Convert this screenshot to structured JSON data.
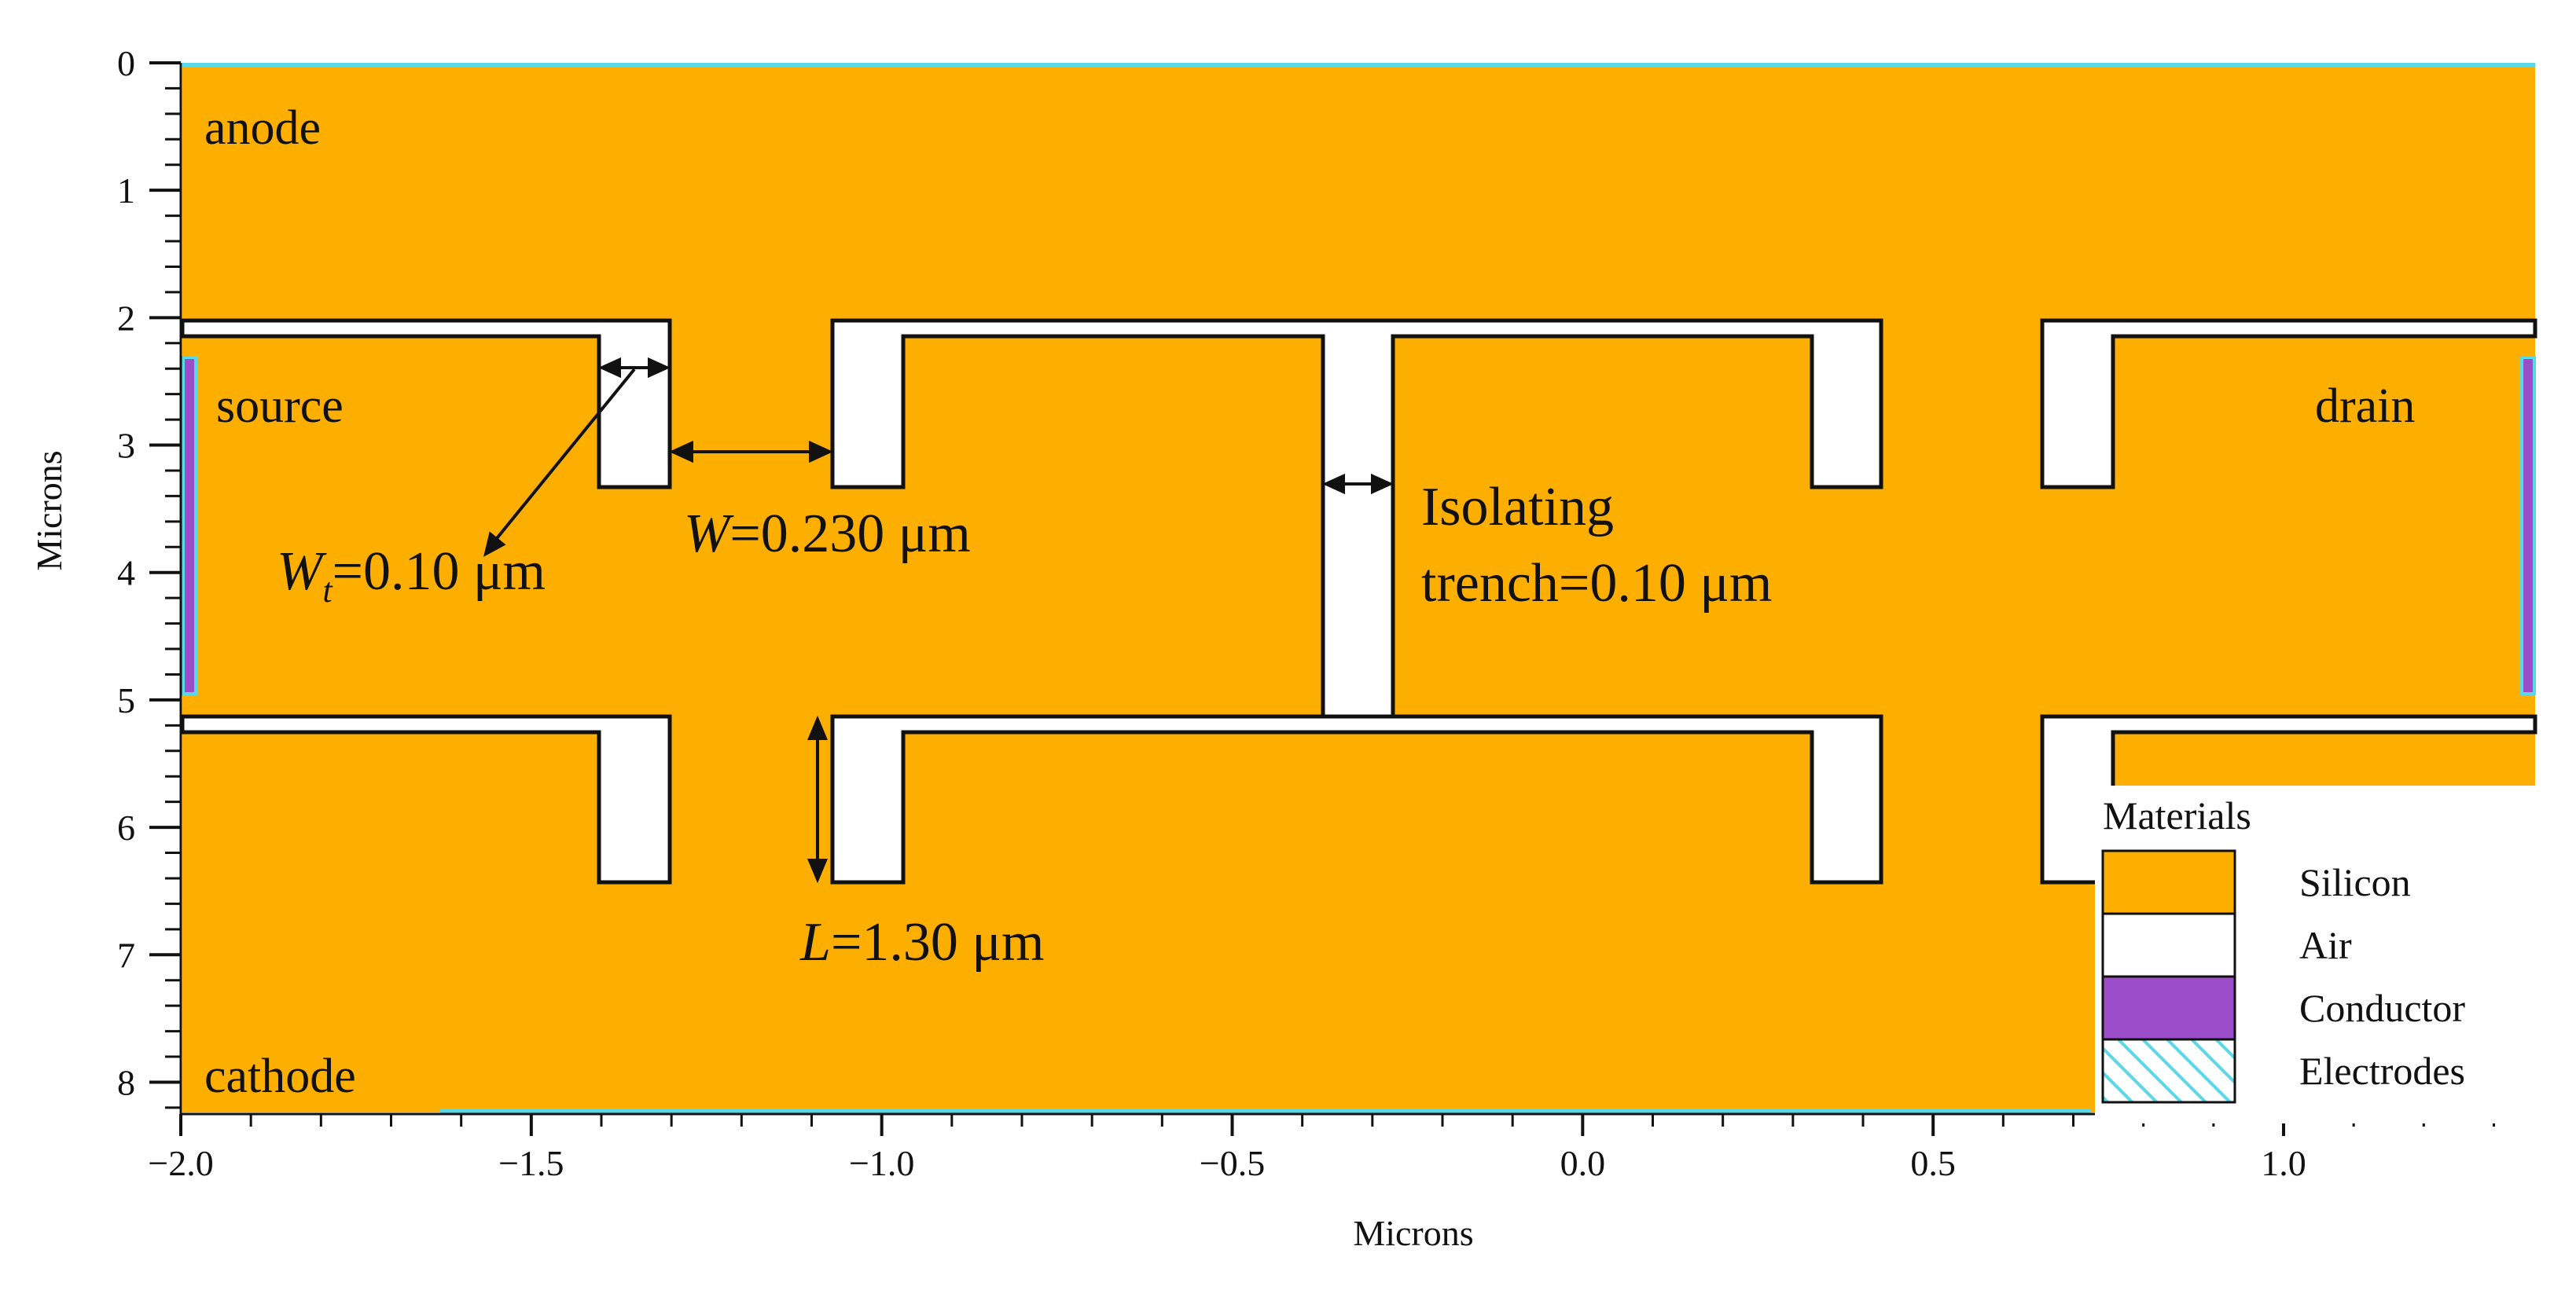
{
  "axes": {
    "x_title": "Microns",
    "y_title": "Microns",
    "x_tick_labels": [
      "−2.0",
      "−1.5",
      "−1.0",
      "−0.5",
      "0.0",
      "0.5",
      "1.0"
    ],
    "y_tick_labels": [
      "0",
      "1",
      "2",
      "3",
      "4",
      "5",
      "6",
      "7",
      "8"
    ],
    "x_range": [
      -2.0,
      1.36
    ],
    "y_range": [
      0,
      8.25
    ]
  },
  "regions": {
    "anode": "anode",
    "source": "source",
    "drain": "drain",
    "cathode": "cathode"
  },
  "dimensions": {
    "wt_symbol": "W",
    "wt_subscript": "t",
    "wt_value": "=0.10 μm",
    "w_symbol": "W",
    "w_value": "=0.230 μm",
    "isolating_line1": "Isolating",
    "isolating_line2": "trench=0.10 μm",
    "l_symbol": "L",
    "l_value": "=1.30 μm"
  },
  "legend": {
    "title": "Materials",
    "items": [
      {
        "label": "Silicon",
        "color": "#FCAF00"
      },
      {
        "label": "Air",
        "color": "#FFFFFF"
      },
      {
        "label": "Conductor",
        "color": "#9B4DCA"
      },
      {
        "label": "Electrodes",
        "color": "#5BD8E8"
      }
    ]
  },
  "colors": {
    "silicon": "#FCAF00",
    "air": "#FFFFFF",
    "conductor": "#9B4DCA",
    "electrode": "#5BD8E8",
    "outline": "#111111"
  }
}
